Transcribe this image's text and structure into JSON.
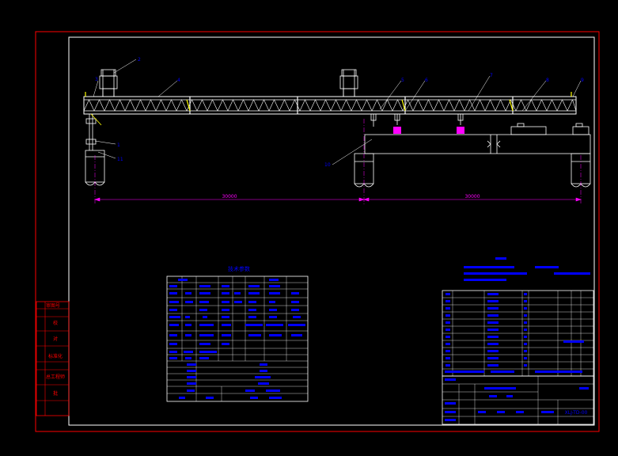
{
  "colors": {
    "background": "#000000",
    "frame": "#ff0000",
    "paper": "#ffffff",
    "structure": "#ffffff",
    "annotation": "#0000ff",
    "dimension": "#ff00ff",
    "leader": "#ffffff",
    "accent": "#ffff00",
    "marker": "#ff00ff"
  },
  "balloons": [
    "1",
    "2",
    "3",
    "4",
    "5",
    "6",
    "7",
    "8",
    "9",
    "10",
    "11"
  ],
  "dimensions": [
    "30000",
    "30000"
  ],
  "spec_table": {
    "title": "技术参数"
  },
  "title_block": {
    "drawing_no": "XLJ-TD-00"
  },
  "stamp_labels": [
    "审图号",
    "校",
    "对",
    "标准化",
    "总工程师",
    "批"
  ]
}
